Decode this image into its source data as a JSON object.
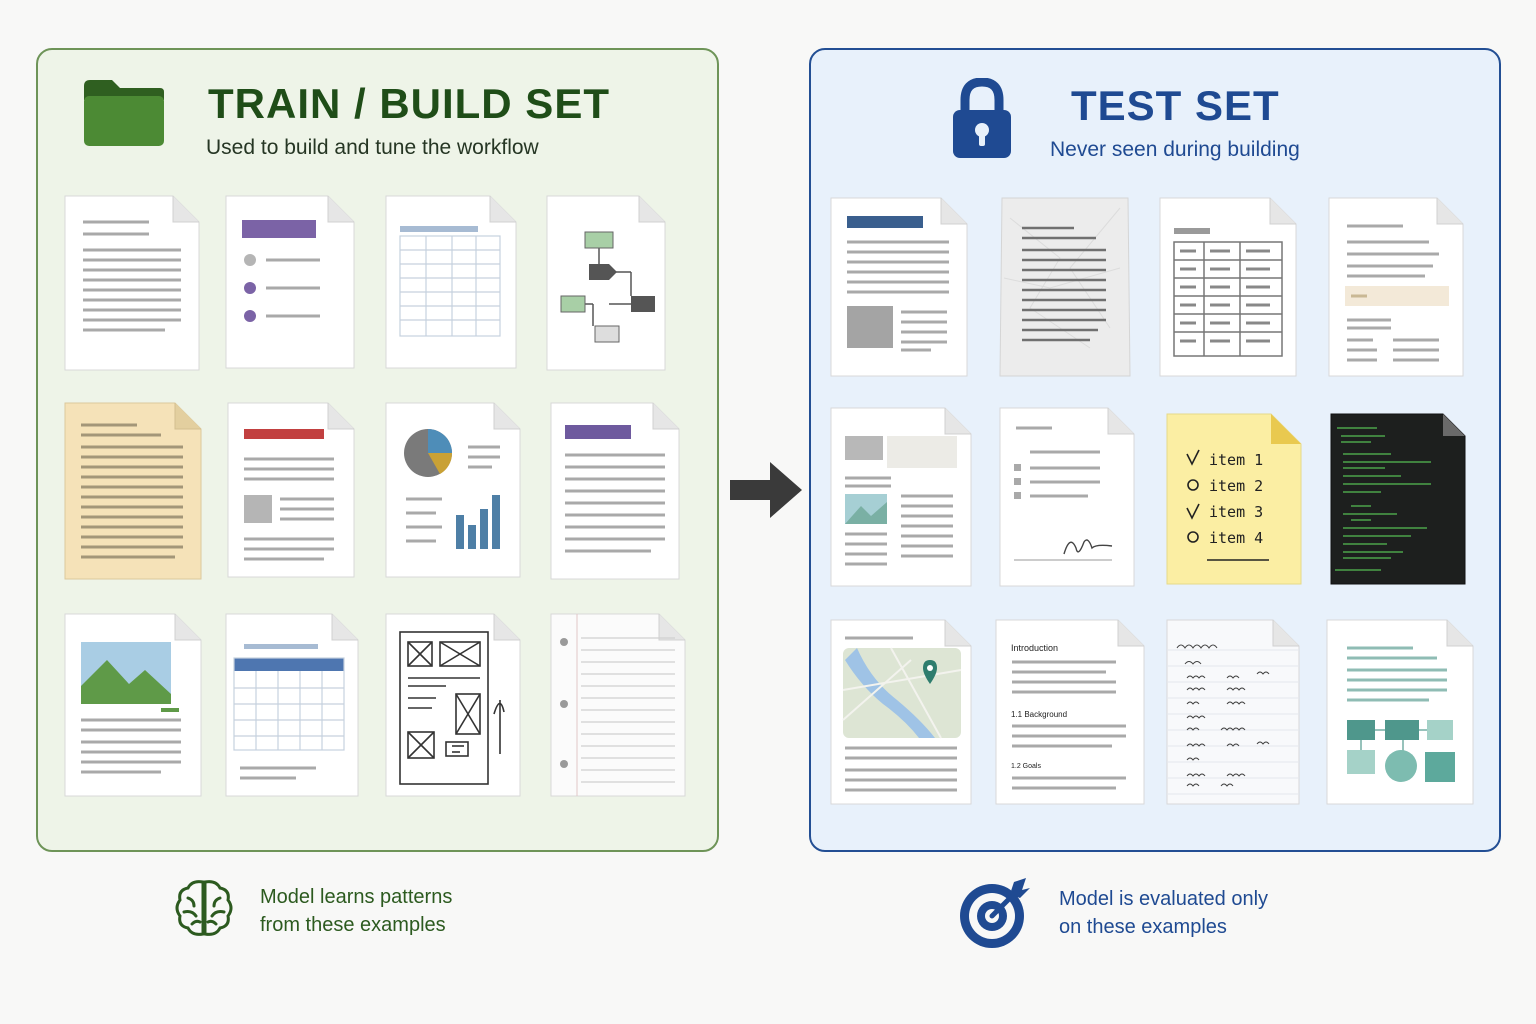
{
  "train": {
    "title": "TRAIN / BUILD SET",
    "subtitle": "Used to build and tune the workflow",
    "icon": "folder-icon",
    "accent": "#3f7a2c"
  },
  "test": {
    "title": "TEST SET",
    "subtitle": "Never seen during building",
    "icon": "lock-icon",
    "accent": "#1f4a92",
    "checklist": [
      "item 1",
      "item 2",
      "item 3",
      "item 4"
    ],
    "doc_headings": [
      "Introduction",
      "1.1 Background",
      "1.2 Goals"
    ]
  },
  "footer": {
    "train_line1": "Model learns patterns",
    "train_line2": "from these examples",
    "train_icon": "brain-icon",
    "test_line1": "Model is evaluated only",
    "test_line2": "on these examples",
    "test_icon": "target-icon"
  }
}
